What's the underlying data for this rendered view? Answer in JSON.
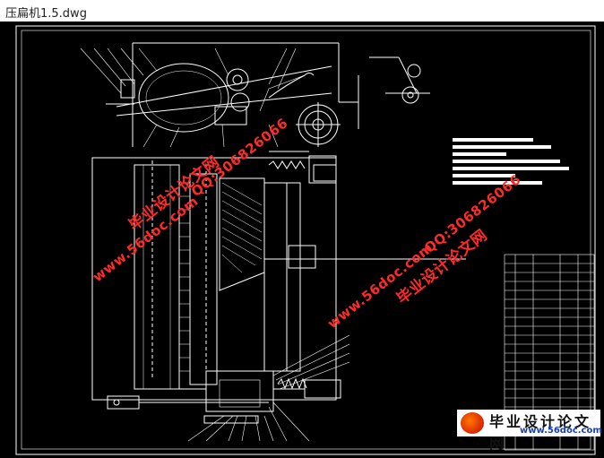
{
  "window": {
    "title": "压扁机1.5.dwg"
  },
  "watermarks": [
    {
      "text": "毕业设计论文网"
    },
    {
      "text": "QQ:306826066"
    },
    {
      "text": "www.56doc.com"
    },
    {
      "text": "www.56doc.com"
    },
    {
      "text": "QQ:306826066"
    },
    {
      "text": "毕业设计论文网"
    }
  ],
  "logo": {
    "text": "毕业设计论文网",
    "url": "www.56doc.com"
  },
  "colors": {
    "background": "#000000",
    "lines": "#ffffff",
    "watermark": "#ff2a2a"
  }
}
